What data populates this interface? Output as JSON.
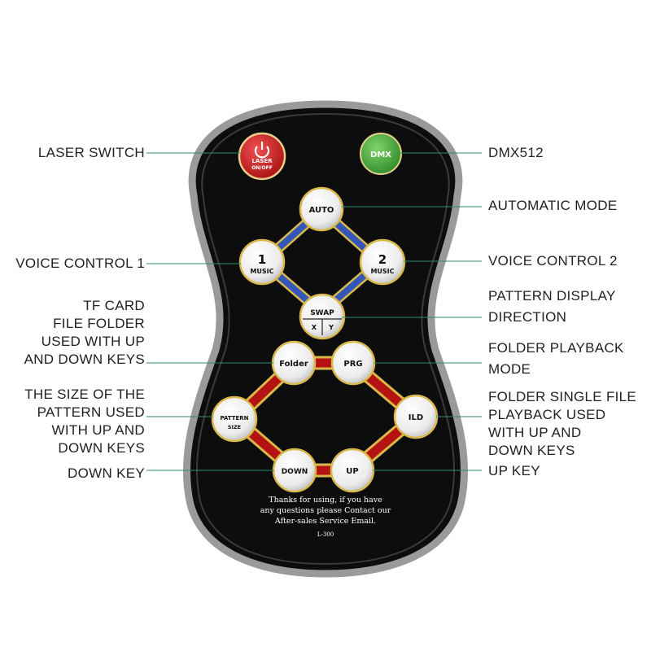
{
  "labels": {
    "laser_switch": "LASER SWITCH",
    "dmx512": "DMX512",
    "automatic_mode": "AUTOMATIC MODE",
    "voice_control_1": "VOICE CONTROL 1",
    "voice_control_2": "VOICE CONTROL 2",
    "pattern_display_direction": "PATTERN DISPLAY\nDIRECTION",
    "tf_card": "TF CARD\nFILE FOLDER\nUSED WITH UP\nAND DOWN KEYS",
    "folder_playback_mode": "FOLDER PLAYBACK\nMODE",
    "pattern_size": "THE SIZE OF THE\nPATTERN USED\nWITH UP AND\nDOWN KEYS",
    "folder_single_file": "FOLDER SINGLE FILE\nPLAYBACK USED\nWITH UP AND\nDOWN KEYS",
    "down_key": "DOWN KEY",
    "up_key": "UP KEY"
  },
  "remote": {
    "power_line1": "LASER",
    "power_line2": "ON/OFF",
    "dmx": "DMX",
    "auto": "AUTO",
    "music1_num": "1",
    "music2_num": "2",
    "music_word": "MUSIC",
    "swap": "SWAP",
    "swap_x": "X",
    "swap_y": "Y",
    "folder": "Folder",
    "prg": "PRG",
    "pattern": "PATTERN",
    "size": "SIZE",
    "ild": "ILD",
    "down": "DOWN",
    "up": "UP",
    "footer_line1": "Thanks for using, if you have",
    "footer_line2": "any questions please Contact our",
    "footer_line3": "After-sales Service Email.",
    "model": "L-300"
  },
  "colors": {
    "body": "#0d0d0d",
    "rim": "#9a9a9a",
    "power_button": "#c81e1e",
    "dmx_button": "#3fa23a",
    "blue_diamond": "#3356b8",
    "red_hexagon": "#b51212",
    "gold_outline": "#d9b84a",
    "leader_line": "#2e8b6e"
  }
}
